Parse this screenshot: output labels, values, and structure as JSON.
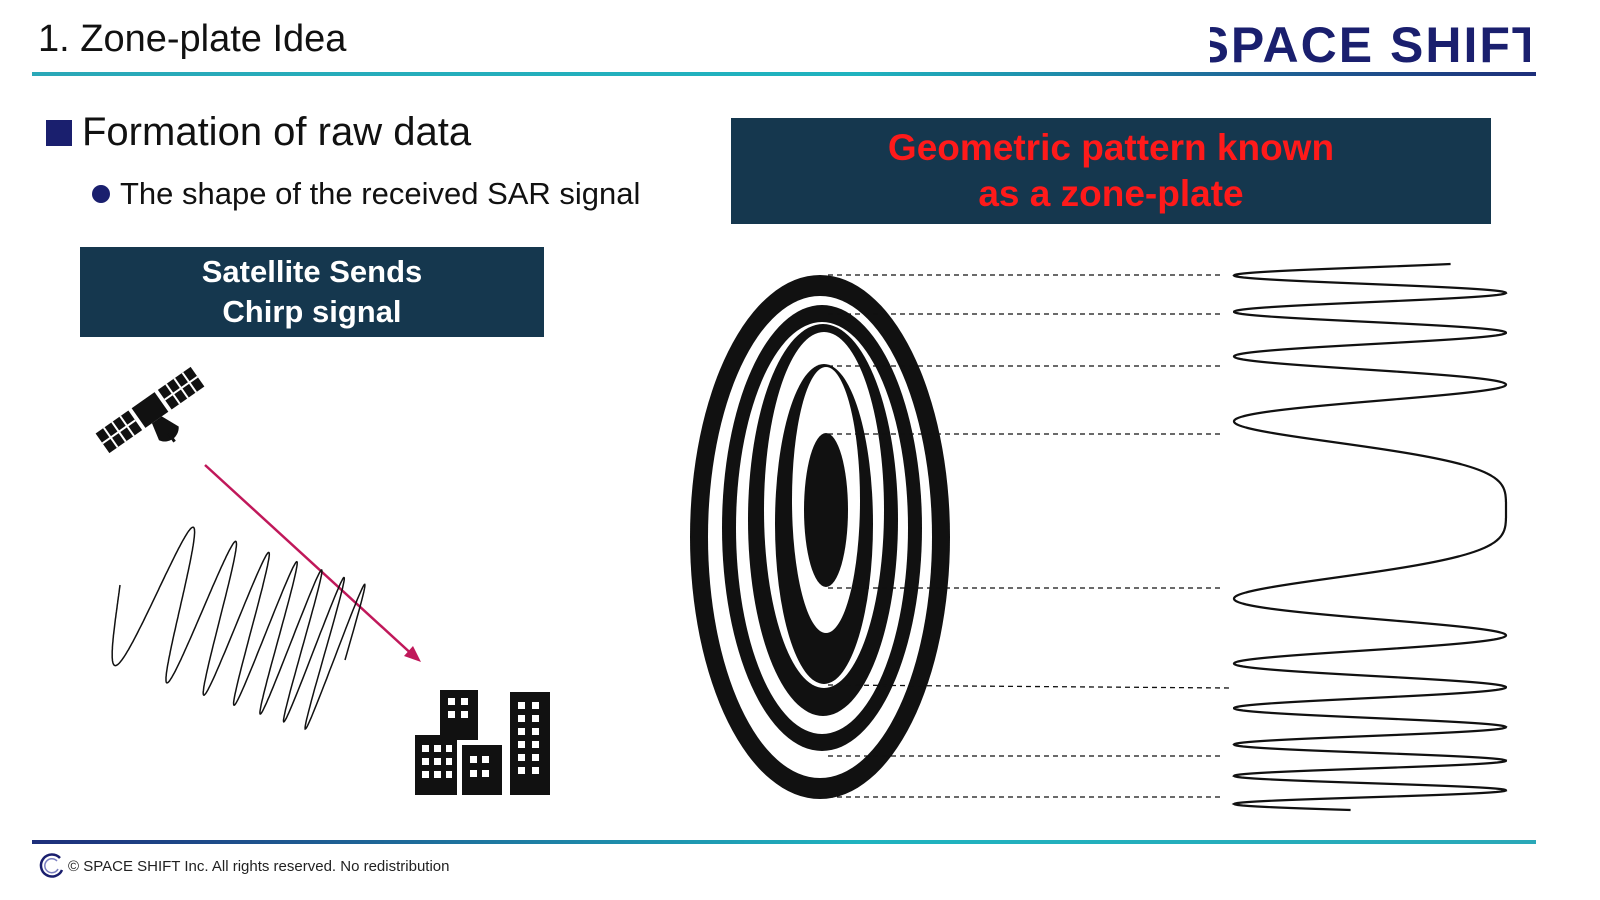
{
  "slide": {
    "title": "1. Zone-plate Idea",
    "logo_text": "SPACE SHIFT"
  },
  "content": {
    "heading": "Formation of raw data",
    "bullet": "The shape of the received SAR signal",
    "left_box": {
      "line1": "Satellite Sends",
      "line2": "Chirp signal"
    },
    "right_box": {
      "line1": "Geometric pattern known",
      "line2": "as a zone-plate"
    }
  },
  "footer": {
    "copyright": "© SPACE SHIFT Inc. All rights reserved. No redistribution"
  },
  "icons": [
    "satellite-icon",
    "buildings-icon",
    "arrow-icon",
    "chirp-wave-icon",
    "zone-plate-icon",
    "sinusoid-icon"
  ],
  "colors": {
    "navy": "#15374e",
    "accent_red": "#ff1a1a",
    "arrow": "#c0185a",
    "logo_blue": "#1a1f6e",
    "teal": "#1fb3bf"
  }
}
